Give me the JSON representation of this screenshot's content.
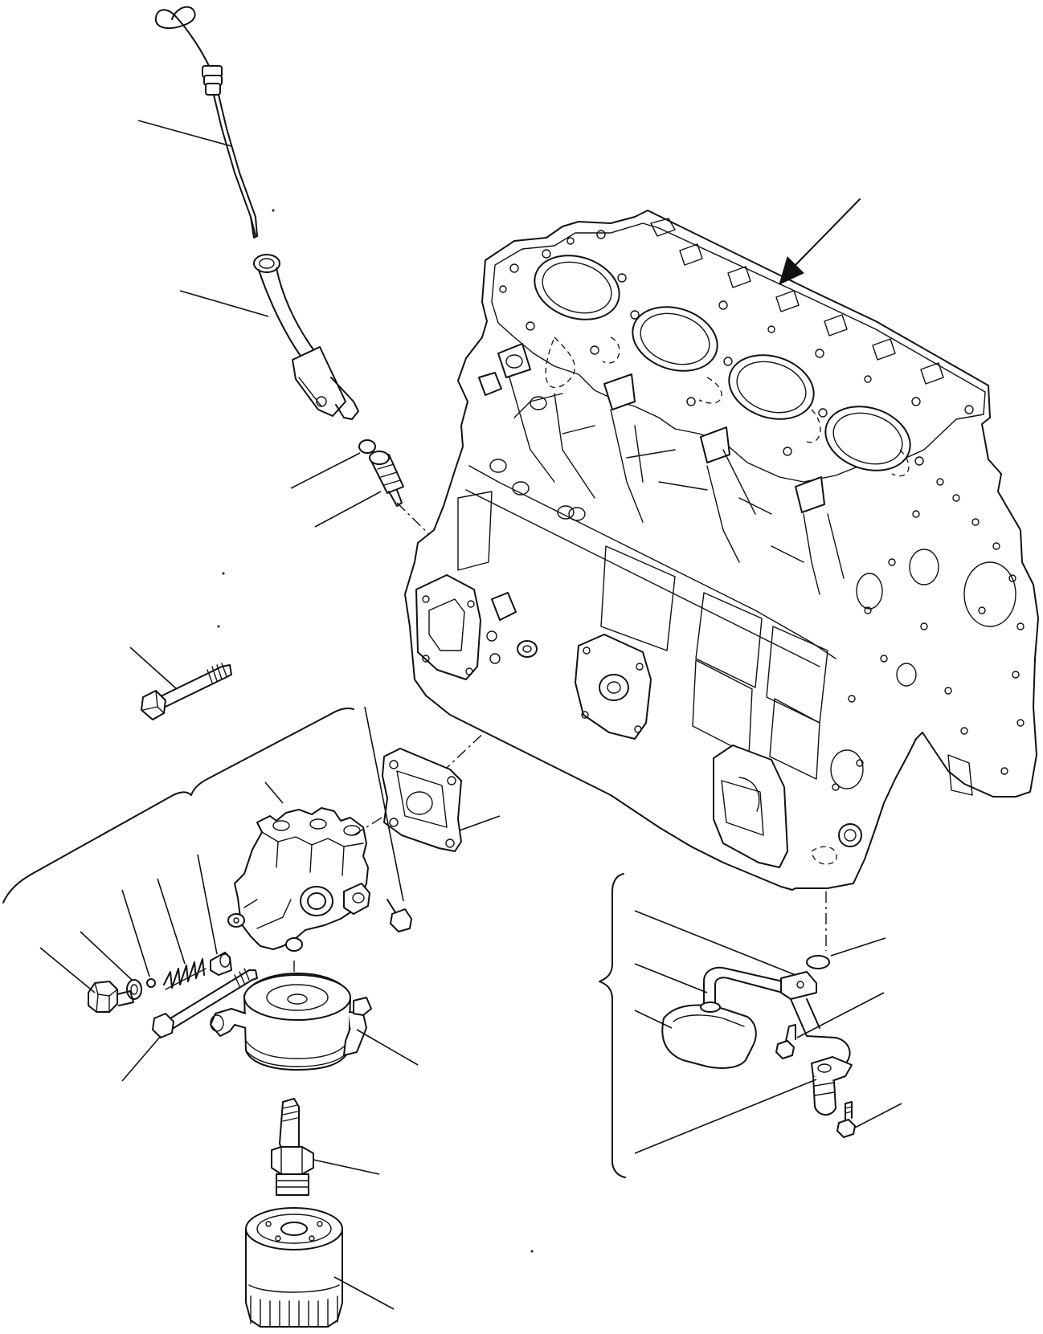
{
  "diagram": {
    "parts": [
      {
        "id": "dipstick",
        "name": "dipstick-part"
      },
      {
        "id": "dipstick_guide",
        "name": "dipstick-guide-part"
      },
      {
        "id": "o_ring_small",
        "name": "o-ring-part"
      },
      {
        "id": "guide_connector",
        "name": "guide-connector-part"
      },
      {
        "id": "long_bolt",
        "name": "long-bolt-part"
      },
      {
        "id": "filter_head",
        "name": "filter-head-part"
      },
      {
        "id": "gasket",
        "name": "gasket-part"
      },
      {
        "id": "plug",
        "name": "plug-part"
      },
      {
        "id": "washer",
        "name": "washer-part"
      },
      {
        "id": "ball",
        "name": "ball-part"
      },
      {
        "id": "spring",
        "name": "spring-part"
      },
      {
        "id": "valve",
        "name": "valve-part"
      },
      {
        "id": "bolt",
        "name": "bolt-part"
      },
      {
        "id": "oil_cooler",
        "name": "oil-cooler-part"
      },
      {
        "id": "connector_stud",
        "name": "connector-stud-part"
      },
      {
        "id": "oil_filter",
        "name": "oil-filter-part"
      },
      {
        "id": "cylinder_block",
        "name": "cylinder-block-part"
      },
      {
        "id": "suction_strainer",
        "name": "suction-strainer-part"
      },
      {
        "id": "o_ring_large",
        "name": "strainer-o-ring-part"
      },
      {
        "id": "strainer_bolts",
        "name": "strainer-bolt-part"
      }
    ]
  }
}
